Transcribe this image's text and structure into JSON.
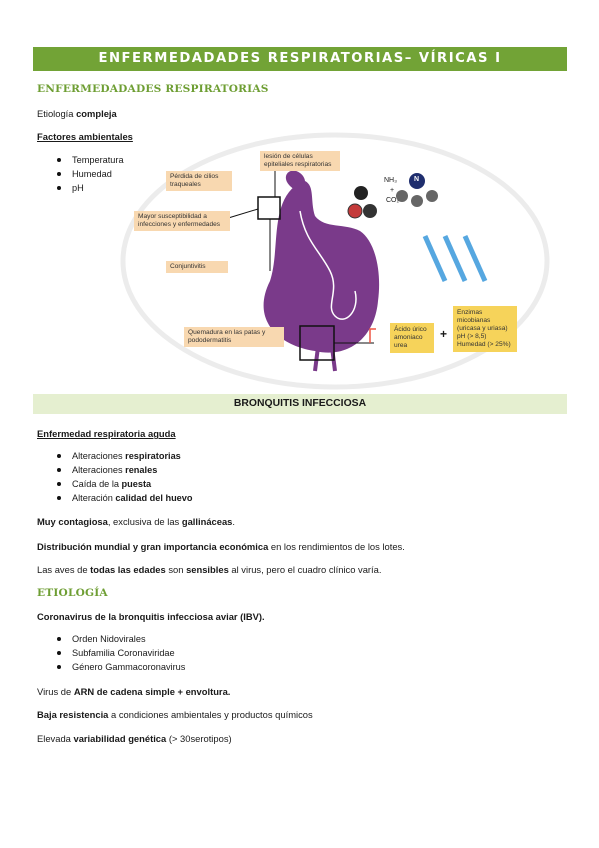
{
  "title": "ENFERMEDADADES RESPIRATORIAS– VÍRICAS I",
  "section1": {
    "heading": "ENFERMEDADADES RESPIRATORIAS",
    "etiology": {
      "a": "Etiología ",
      "b": "compleja"
    },
    "factors_label": "Factores ambientales",
    "factors": [
      "Temperatura",
      "Humedad",
      "pH"
    ]
  },
  "diagram": {
    "labels": {
      "cilios": "Pérdida de cilios traqueales",
      "lesion": "lesión de células epiteliales respiratorias",
      "susceptibilidad": "Mayor susceptibilidad a infecciones y enfermedades",
      "conjuntivitis": "Conjuntivitis",
      "quemadura": "Quemadura en las patas y pododermatitis",
      "acido": "Ácido úrico amoniaco urea",
      "enzimas": "Enzimas micobianas (uricasa y uriasa) pH (> 8,5) Humedad (> 25%)",
      "nh3": "NH₃",
      "plus_small": "+",
      "co2": "CO₂",
      "n_atom": "N",
      "plus_big": "+"
    },
    "colors": {
      "hen": "#7a3a8a",
      "label_bg": "#f8d8b0",
      "yellow_bg": "#f6d35a",
      "arrow_blue": "#56a7e0"
    }
  },
  "band": "BRONQUITIS INFECCIOSA",
  "section2": {
    "label": "Enfermedad respiratoria aguda",
    "items": [
      {
        "a": "Alteraciones ",
        "b": "respiratorias"
      },
      {
        "a": "Alteraciones ",
        "b": "renales"
      },
      {
        "a": "Caída de la ",
        "b": "puesta"
      },
      {
        "a": "Alteración ",
        "b": "calidad del huevo"
      }
    ],
    "p1": {
      "b": "Muy contagiosa",
      "a": ", exclusiva de las ",
      "c": "gallináceas",
      "d": "."
    },
    "p2": {
      "b": "Distribución mundial y gran importancia económica",
      "a": " en los rendimientos de los lotes."
    },
    "p3": {
      "a": "Las aves de ",
      "b": "todas las edades",
      "c": " son ",
      "d": "sensibles",
      "e": " al virus, pero el cuadro clínico varía."
    }
  },
  "section3": {
    "heading": "ETIOLOGÍA",
    "virus": "Coronavirus de la bronquitis infecciosa aviar (IBV).",
    "taxonomy": [
      "Orden Nidovirales",
      "Subfamilia Coronaviridae",
      "Género Gammacoronavirus"
    ],
    "p1": {
      "a": "Virus  de ",
      "b": "ARN de cadena simple + envoltura."
    },
    "p2": {
      "b": "Baja resistencia",
      "a": " a condiciones ambientales y productos químicos"
    },
    "p3": {
      "a": "Elevada ",
      "b": "variabilidad genética",
      "c": " (> 30serotipos)"
    }
  }
}
